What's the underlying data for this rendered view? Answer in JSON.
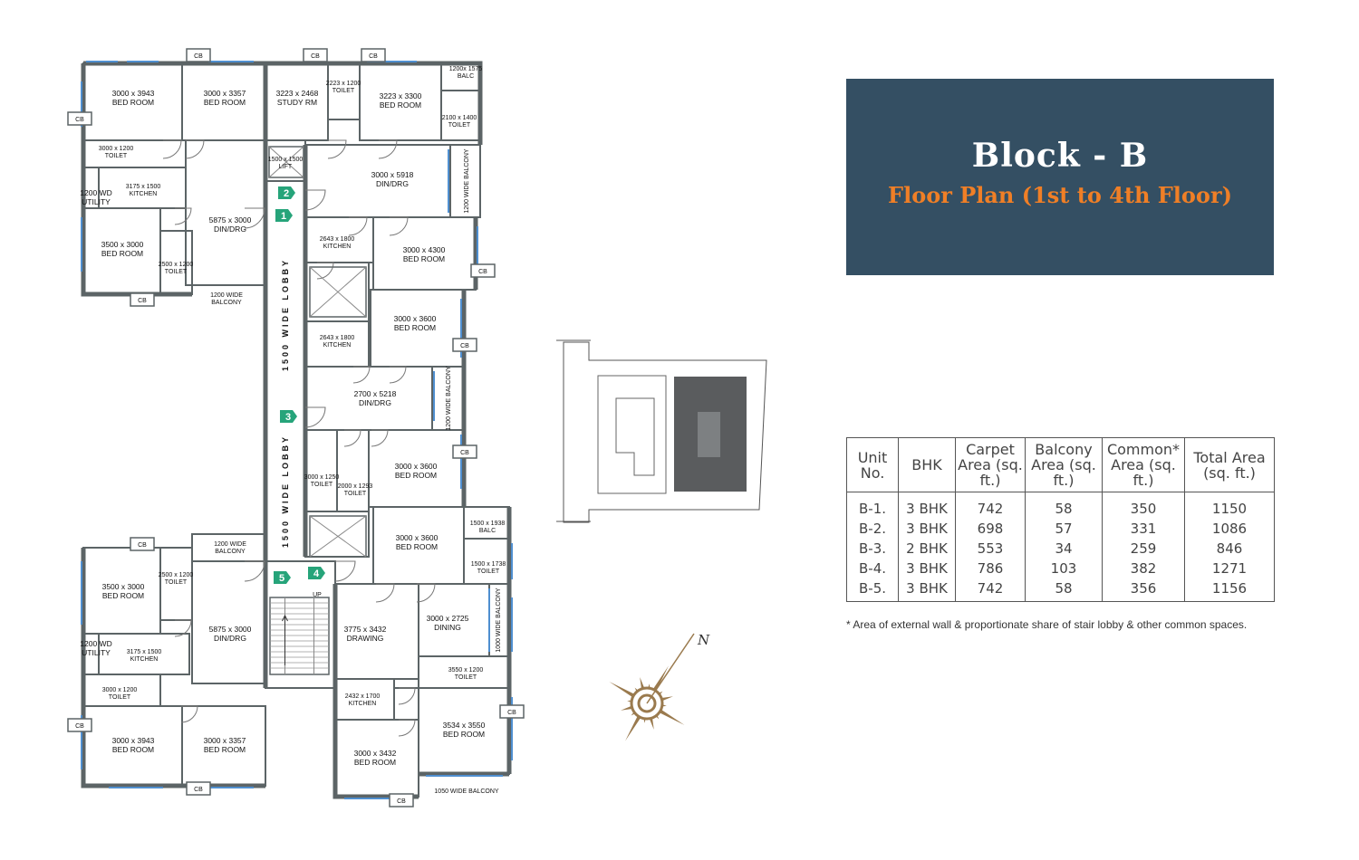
{
  "header": {
    "title": "Block - B",
    "subtitle": "Floor Plan (1st to 4th Floor)"
  },
  "colors": {
    "title_background": "#344f63",
    "title_text": "#ffffff",
    "subtitle_text": "#f07f26",
    "wall": "#5c6466",
    "window": "#4f8fd0",
    "unit_tag": "#26a47a",
    "compass": "#9a7a4e"
  },
  "plan": {
    "rooms": [
      {
        "name": "3000 x 3943",
        "type": "BED ROOM"
      },
      {
        "name": "3000 x 3357",
        "type": "BED ROOM"
      },
      {
        "name": "3223 x 2468",
        "type": "STUDY RM"
      },
      {
        "name": "2223 x 1200",
        "type": "TOILET"
      },
      {
        "name": "3223 x 3300",
        "type": "BED ROOM"
      },
      {
        "name": "1200x 1575",
        "type": "BALC"
      },
      {
        "name": "2100 x 1400",
        "type": "TOILET"
      },
      {
        "name": "3000 x 1200",
        "type": "TOILET"
      },
      {
        "name": "1500 x 1500",
        "type": "LIFT"
      },
      {
        "name": "3000 x 5918",
        "type": "DIN/DRG"
      },
      {
        "name": "3175 x 1500",
        "type": "KITCHEN"
      },
      {
        "name": "1200 WD",
        "type": "UTILITY"
      },
      {
        "name": "5875 x 3000",
        "type": "DIN/DRG"
      },
      {
        "name": "3500 x 3000",
        "type": "BED ROOM"
      },
      {
        "name": "2500 x 1200",
        "type": "TOILET"
      },
      {
        "name": "2643 x 1800",
        "type": "KITCHEN"
      },
      {
        "name": "3000 x 4300",
        "type": "BED ROOM"
      },
      {
        "name": "3000 x 3600",
        "type": "BED ROOM"
      },
      {
        "name": "2643 x 1800",
        "type": "KITCHEN"
      },
      {
        "name": "2700 x 5218",
        "type": "DIN/DRG"
      },
      {
        "name": "3000 x 1250",
        "type": "TOILET"
      },
      {
        "name": "2000 x 1293",
        "type": "TOILET"
      },
      {
        "name": "3000 x 3600",
        "type": "BED ROOM"
      },
      {
        "name": "1500 x 1938",
        "type": "BALC"
      },
      {
        "name": "3000 x 3600",
        "type": "BED ROOM"
      },
      {
        "name": "1500 x 1738",
        "type": "TOILET"
      },
      {
        "name": "3500 x 3000",
        "type": "BED ROOM"
      },
      {
        "name": "2500 x 1200",
        "type": "TOILET"
      },
      {
        "name": "5875 x 3000",
        "type": "DIN/DRG"
      },
      {
        "name": "3775 x 3432",
        "type": "DRAWING"
      },
      {
        "name": "3000 x 2725",
        "type": "DINING"
      },
      {
        "name": "1200 WD",
        "type": "UTILITY"
      },
      {
        "name": "3175 x 1500",
        "type": "KITCHEN"
      },
      {
        "name": "3000 x 1200",
        "type": "TOILET"
      },
      {
        "name": "3550 x 1200",
        "type": "TOILET"
      },
      {
        "name": "2432 x 1700",
        "type": "KITCHEN"
      },
      {
        "name": "3000 x 3943",
        "type": "BED ROOM"
      },
      {
        "name": "3000 x 3357",
        "type": "BED ROOM"
      },
      {
        "name": "3000 x 3432",
        "type": "BED ROOM"
      },
      {
        "name": "3534 x 3550",
        "type": "BED ROOM"
      }
    ],
    "balconies": [
      "1200 WIDE BALCONY",
      "1200 WIDE BALCONY",
      "1200 WIDE BALCONY",
      "1200 WIDE BALCONY",
      "1000 WIDE BALCONY",
      "1050 WIDE BALCONY"
    ],
    "cupboard_label": "CB",
    "lobby_label": "1500 WIDE LOBBY",
    "stair_label": "UP",
    "unit_tags": [
      "1",
      "2",
      "3",
      "4",
      "5"
    ],
    "compass_north": "N"
  },
  "table": {
    "headers": [
      "Unit No.",
      "BHK",
      "Carpet Area (sq. ft.)",
      "Balcony Area (sq. ft.)",
      "Common* Area (sq. ft.)",
      "Total Area (sq. ft.)"
    ],
    "rows": [
      [
        "B-1.",
        "3 BHK",
        "742",
        "58",
        "350",
        "1150"
      ],
      [
        "B-2.",
        "3 BHK",
        "698",
        "57",
        "331",
        "1086"
      ],
      [
        "B-3.",
        "2 BHK",
        "553",
        "34",
        "259",
        "846"
      ],
      [
        "B-4.",
        "3 BHK",
        "786",
        "103",
        "382",
        "1271"
      ],
      [
        "B-5.",
        "3 BHK",
        "742",
        "58",
        "356",
        "1156"
      ]
    ],
    "footnote": "* Area of external wall & proportionate share of stair lobby & other common spaces."
  }
}
